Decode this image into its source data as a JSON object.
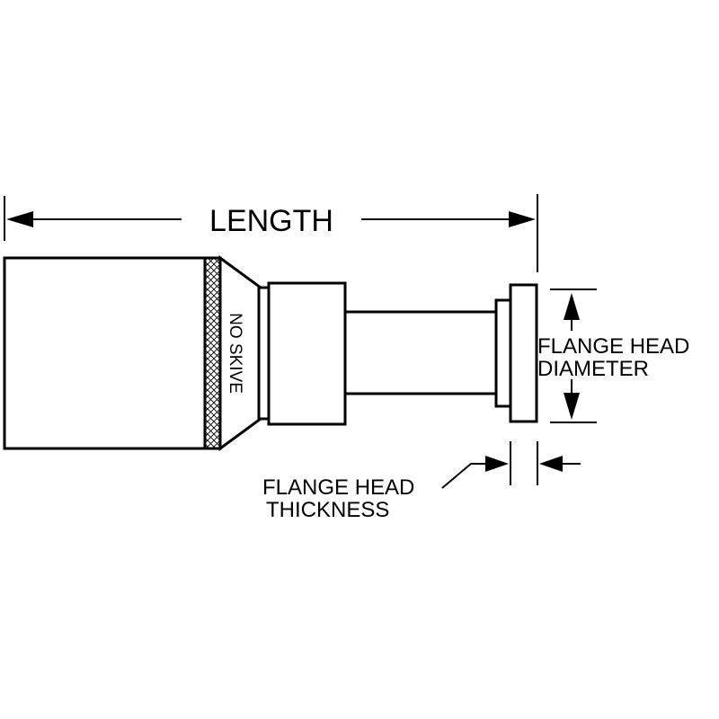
{
  "labels": {
    "length": "LENGTH",
    "no_skive": "NO SKIVE",
    "flange_head_diameter": [
      "FLANGE HEAD",
      "DIAMETER"
    ],
    "flange_head_thickness": [
      "FLANGE HEAD",
      "THICKNESS"
    ]
  },
  "colors": {
    "line": "#000000",
    "background": "#ffffff"
  }
}
